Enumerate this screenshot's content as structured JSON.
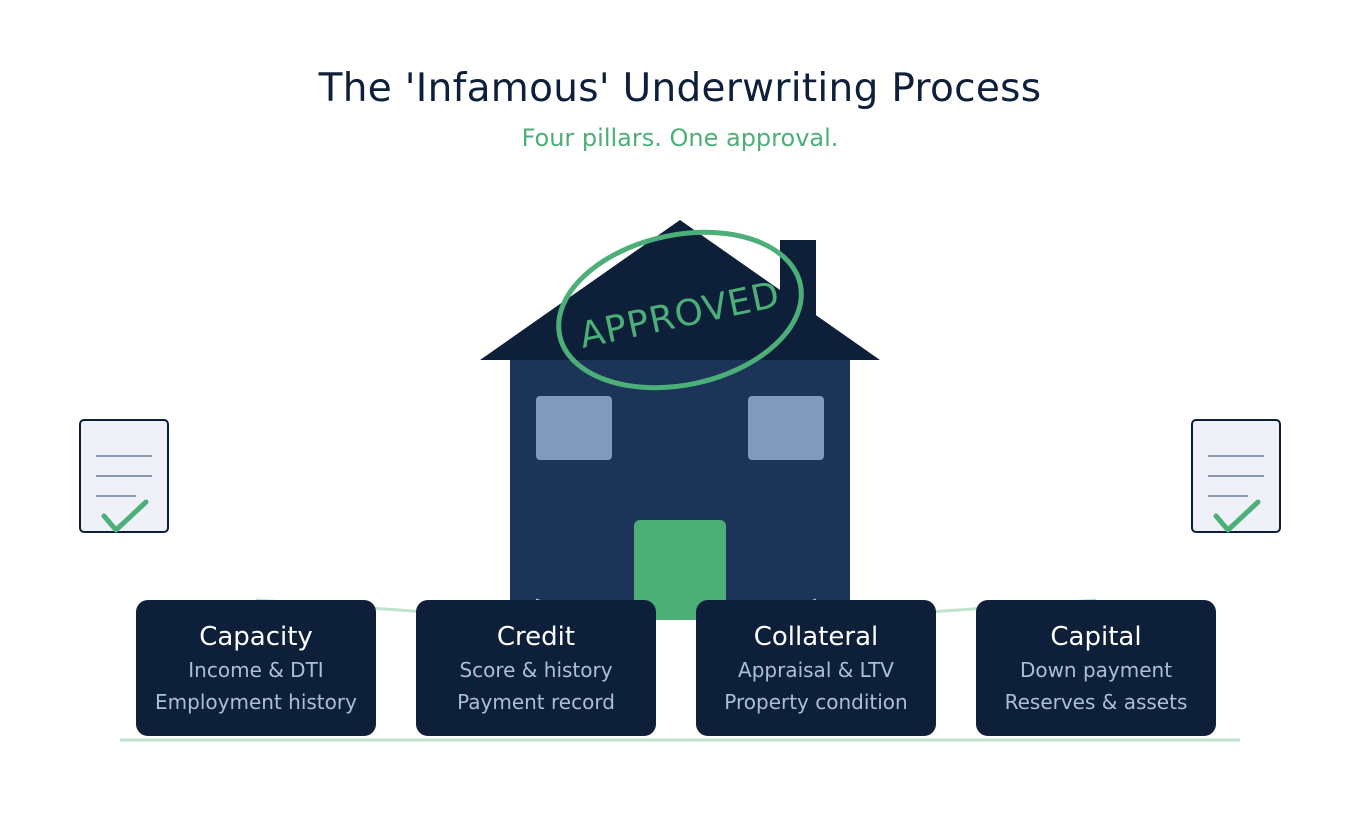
{
  "header": {
    "title": "The 'Infamous' Underwriting Process",
    "subtitle": "Four pillars. One approval."
  },
  "stamp": {
    "label": "APPROVED"
  },
  "pillars": [
    {
      "name": "Capacity",
      "lines": [
        "Income & DTI",
        "Employment history"
      ]
    },
    {
      "name": "Credit",
      "lines": [
        "Score & history",
        "Payment record"
      ]
    },
    {
      "name": "Collateral",
      "lines": [
        "Appraisal & LTV",
        "Property condition"
      ]
    },
    {
      "name": "Capital",
      "lines": [
        "Down payment",
        "Reserves & assets"
      ]
    }
  ],
  "icons": {
    "left_document": "document-check-icon",
    "right_document": "document-check-icon",
    "house": "house-icon"
  },
  "colors": {
    "navy": "#0e1f3a",
    "house_body": "#1c3457",
    "window": "#7f9aba",
    "green": "#4caf78",
    "pillar_subtext": "#a9bfdc"
  }
}
